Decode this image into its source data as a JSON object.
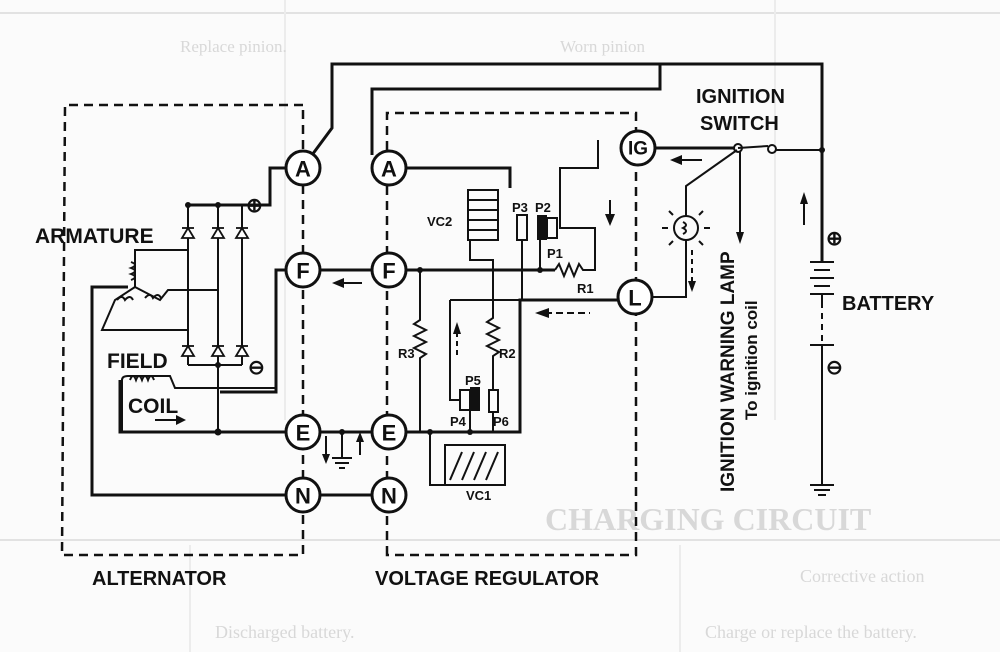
{
  "labels": {
    "armature": "ARMATURE",
    "field": "FIELD",
    "coil": "COIL",
    "alternator": "ALTERNATOR",
    "voltage_regulator": "VOLTAGE REGULATOR",
    "ignition_switch_1": "IGNITION",
    "ignition_switch_2": "SWITCH",
    "battery": "BATTERY",
    "ignition_warning_lamp": "IGNITION WARNING LAMP",
    "to_ignition_coil": "To ignition coil",
    "plus": "⊕",
    "minus": "⊖"
  },
  "terminals": {
    "a": "A",
    "f": "F",
    "e": "E",
    "n": "N",
    "ig": "IG",
    "l": "L"
  },
  "components": {
    "vc1": "VC1",
    "vc2": "VC2",
    "p1": "P1",
    "p2": "P2",
    "p3": "P3",
    "p4": "P4",
    "p5": "P5",
    "p6": "P6",
    "r1": "R1",
    "r2": "R2",
    "r3": "R3"
  },
  "background_bleed": {
    "heading": "CHARGING CIRCUIT",
    "col_header": "Corrective action",
    "row_cause": "Discharged battery.",
    "row_action": "Charge or replace the battery.",
    "worn_pinion": "Worn pinion",
    "replace_pinion": "Replace pinion."
  }
}
